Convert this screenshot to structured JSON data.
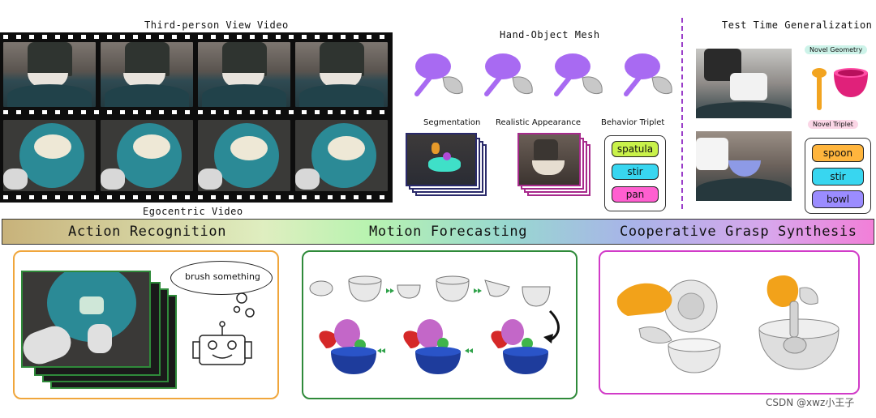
{
  "titles": {
    "third_person": "Third-person View Video",
    "egocentric": "Egocentric Video",
    "hand_object_mesh": "Hand-Object Mesh",
    "segmentation": "Segmentation",
    "realistic_appearance": "Realistic Appearance",
    "behavior_triplet": "Behavior Triplet",
    "test_time": "Test Time Generalization",
    "novel_geometry": "Novel Geometry",
    "novel_triplet": "Novel Triplet"
  },
  "behavior_triplet": [
    "spatula",
    "stir",
    "pan"
  ],
  "novel_triplet": [
    "spoon",
    "stir",
    "bowl"
  ],
  "banner": {
    "tasks": [
      "Action Recognition",
      "Motion Forecasting",
      "Cooperative Grasp Synthesis"
    ]
  },
  "action_panel": {
    "speech": "brush something"
  },
  "watermark": "CSDN @xwz小王子",
  "colors": {
    "action_border": "#f0a63c",
    "motion_border": "#2f8a3a",
    "grasp_border": "#d13bc8",
    "pill_spatula": "#c9f24a",
    "pill_stir": "#38d6f0",
    "pill_pan": "#ff5fd0",
    "pill_spoon": "#ffb53d",
    "pill_bowl": "#9b8cff"
  }
}
